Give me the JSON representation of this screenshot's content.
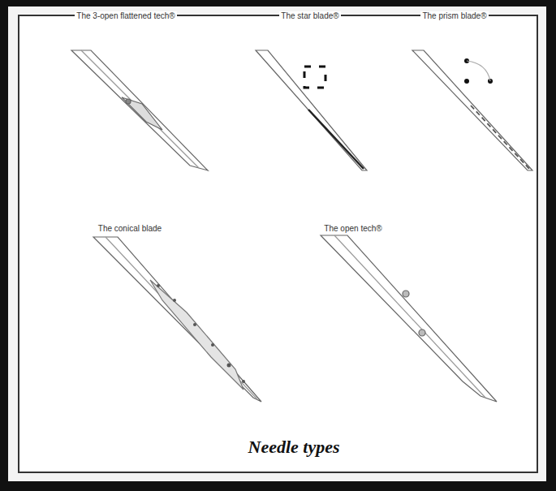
{
  "diagram": {
    "caption": "Needle types",
    "labels": [
      "The 3-open flattened tech®",
      "The star blade®",
      "The prism blade®",
      "The conical blade",
      "The open tech®"
    ]
  }
}
